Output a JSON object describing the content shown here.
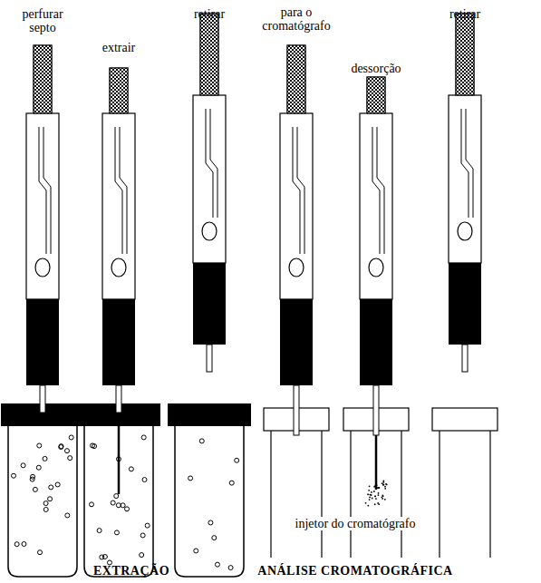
{
  "diagram": {
    "labels": [
      "perfurar septo",
      "extrair",
      "retirar",
      "para o cromatógrafo",
      "dessorção",
      "retirar",
      "injetor do cromatógrafo",
      "EXTRAÇÃO",
      "ANÁLISE CROMATOGRÁFICA"
    ]
  }
}
